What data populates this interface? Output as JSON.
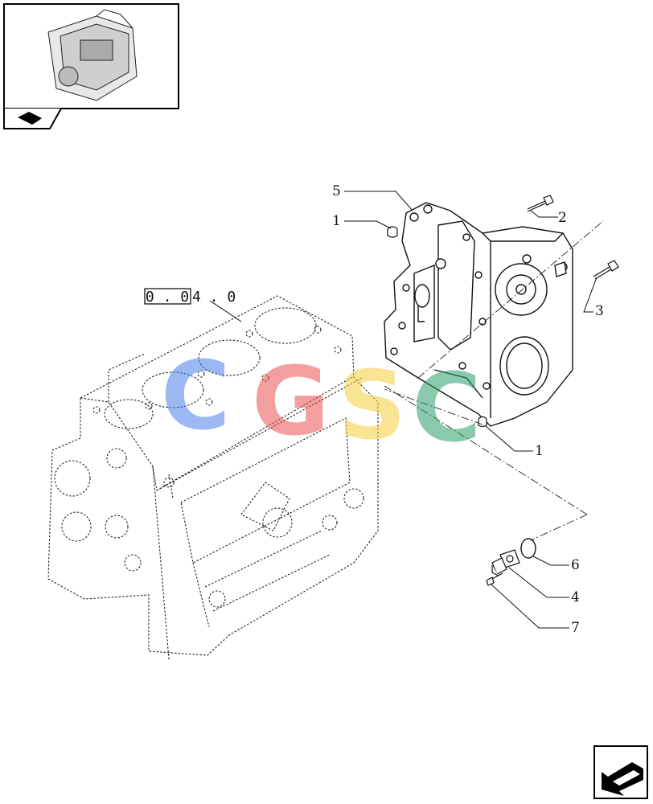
{
  "diagram": {
    "reference": {
      "boxed": "0 . 0",
      "suffix": "4 . 0"
    },
    "callouts": [
      {
        "id": "c5a",
        "text": "5"
      },
      {
        "id": "c1a",
        "text": "1"
      },
      {
        "id": "c2",
        "text": "2"
      },
      {
        "id": "c3",
        "text": "3"
      },
      {
        "id": "c1b",
        "text": "1"
      },
      {
        "id": "c6",
        "text": "6"
      },
      {
        "id": "c4",
        "text": "4"
      },
      {
        "id": "c7",
        "text": "7"
      }
    ],
    "watermark": {
      "letters": [
        "C",
        "G",
        "S",
        "C"
      ],
      "colors": [
        "#4a7fe8",
        "#ea5151",
        "#f3cf3a",
        "#2e9e6b"
      ]
    }
  }
}
